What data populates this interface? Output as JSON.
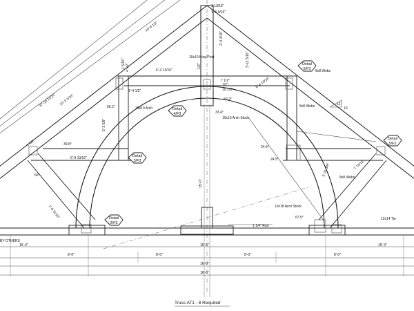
{
  "title": "Truss AT1 - 8 Required",
  "details": {
    "d1": {
      "line1": "Detail",
      "line2": "6/F3"
    },
    "d2": {
      "line1": "Detail",
      "line2": "3/F3"
    },
    "d3": {
      "line1": "Detail",
      "line2": "4/F3"
    },
    "d4": {
      "line1": "Detail",
      "line2": "5/F2"
    },
    "d5": {
      "line1": "Detail",
      "line2": "2/F3"
    }
  },
  "members": {
    "king_post": "10x10 King Post",
    "arch": "10x10 Arch",
    "arch_stock_top": "10x16 Arch Stock",
    "arch_stock_bottom": "10x18 Arch Stock",
    "webs_top": "8x8 Webs",
    "webs_right": "8x8 Webs",
    "webs_lower": "8x8 Webs",
    "tie": "12x14 Tie",
    "rod": "1 1/4\" Rod",
    "by_others": "BY OTHERS"
  },
  "dimensions": {
    "rafter_outer": "10'-8 1/2\"",
    "rafter_full": "37'-10 11/16\"",
    "rafter_mid": "10'-3 1/16\"",
    "top_a": "1 13/16\"",
    "top_b": "1'-5 9/16\"",
    "top_c": "2'-4 3/16\"",
    "top_d": "3'-11 5/16\"",
    "king_a": "1/2\"",
    "king_b": "7 1/2\"",
    "king_c": "1/2\"",
    "king_d": "10 1/8\"",
    "collar": "6'-4 13/16\"",
    "collar_r": "6'-4 13/16\"",
    "left_a": "4 1/2\"",
    "left_b": "1 5/16\"",
    "left_c": "1'-4 1/2\"",
    "left_d": "1 1/2\"",
    "angle_a": "50.2°",
    "angle_b": "39.8°",
    "angle_c": "50.2°",
    "angle_d": "33.4°",
    "angle_e": "66°",
    "angle_f": "24.5°",
    "angle_g": "24.5°",
    "angle_h": "67.5°",
    "vert_a": "5'-3 5/8\"",
    "horiz_a": "6'-9 13/16\"",
    "web_a": "7'-8 11/16\"",
    "center_h": "15'-0\"",
    "right_web": "5'-11 3/8\"",
    "right_b": "1 13/16\"",
    "pitch_rise": "12",
    "pitch_run": "10",
    "half_left": "15'-3\"",
    "half_right": "15'-3\"",
    "span_1": "8'-0\"",
    "span_2": "8'-0\"",
    "span_3": "8'-0\"",
    "span_4": "8'-0\"",
    "c1": "16'-6\"",
    "c2": "16'-0\"",
    "c3": "16'-0\""
  }
}
